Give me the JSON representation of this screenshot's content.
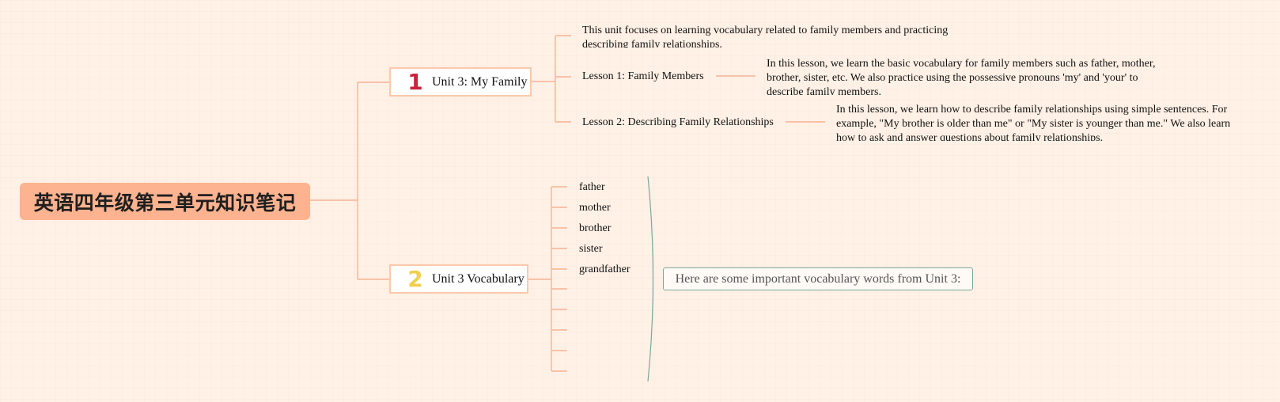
{
  "colors": {
    "background": "#fff1e6",
    "root_fill": "#fdb38f",
    "branch_border": "#fbc9ac",
    "connector": "#f6b393",
    "number_1": "#c8243b",
    "number_2": "#f2d04e",
    "summary_border": "#7aa7a0"
  },
  "root": {
    "title": "英语四年级第三单元知识笔记"
  },
  "unit3": {
    "number": "1",
    "title": "Unit 3: My Family",
    "overview": "This unit focuses on learning vocabulary related to family members and practicing describing family relationships.",
    "lessons": [
      {
        "title": "Lesson 1: Family Members",
        "description": "In this lesson, we learn the basic vocabulary for family members such as father, mother, brother, sister, etc. We also practice using the possessive pronouns 'my' and 'your' to describe family members."
      },
      {
        "title": "Lesson 2: Describing Family Relationships",
        "description": "In this lesson, we learn how to describe family relationships using simple sentences. For example, \"My brother is older than me\" or \"My sister is younger than me.\" We also learn how to ask and answer questions about family relationships."
      }
    ]
  },
  "vocab": {
    "number": "2",
    "title": "Unit 3 Vocabulary",
    "words": [
      "father",
      "mother",
      "brother",
      "sister",
      "grandfather"
    ],
    "summary": "Here are some important vocabulary words from Unit 3:"
  }
}
